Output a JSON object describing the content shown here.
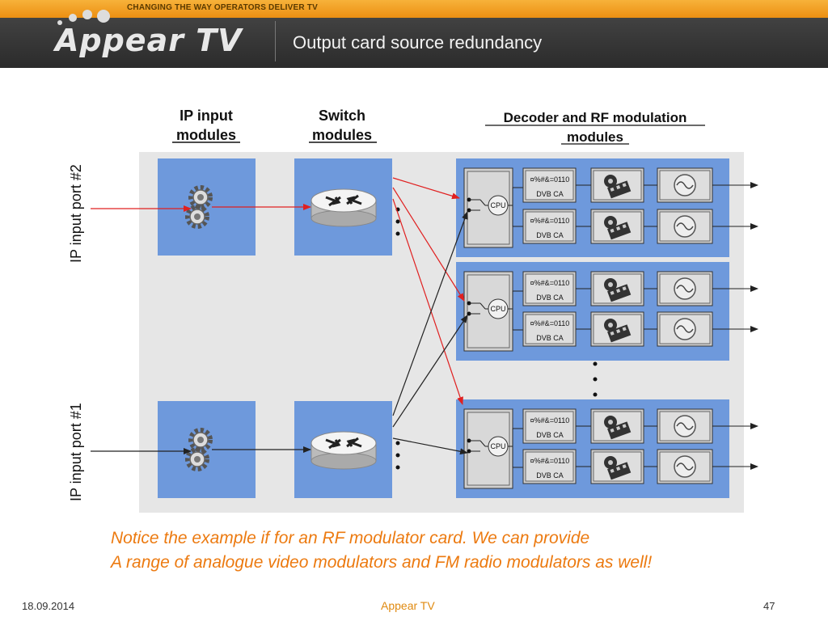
{
  "header": {
    "tagline": "CHANGING THE WAY OPERATORS DELIVER TV",
    "logo_text": "Appear TV",
    "slide_title": "Output card source redundancy"
  },
  "diagram": {
    "columns": [
      {
        "line1": "IP input",
        "line2": "modules"
      },
      {
        "line1": "Switch",
        "line2": "modules"
      },
      {
        "line1": "Decoder and RF modulation",
        "line2": "modules"
      }
    ],
    "ports": [
      "IP input port #2",
      "IP input port #1"
    ],
    "cpu_label": "CPU",
    "decoder_code": "¤%#&=0110",
    "decoder_ca": "DVB CA",
    "colors": {
      "panel": "#e6e6e6",
      "module": "#6e99dc",
      "red_arrow": "#e02020",
      "black_arrow": "#222222"
    }
  },
  "note": {
    "line1": "Notice the example if for an RF modulator card. We can provide",
    "line2": "A range of analogue video modulators and FM radio modulators as well!"
  },
  "footer": {
    "date": "18.09.2014",
    "center": "Appear TV",
    "page": "47"
  }
}
